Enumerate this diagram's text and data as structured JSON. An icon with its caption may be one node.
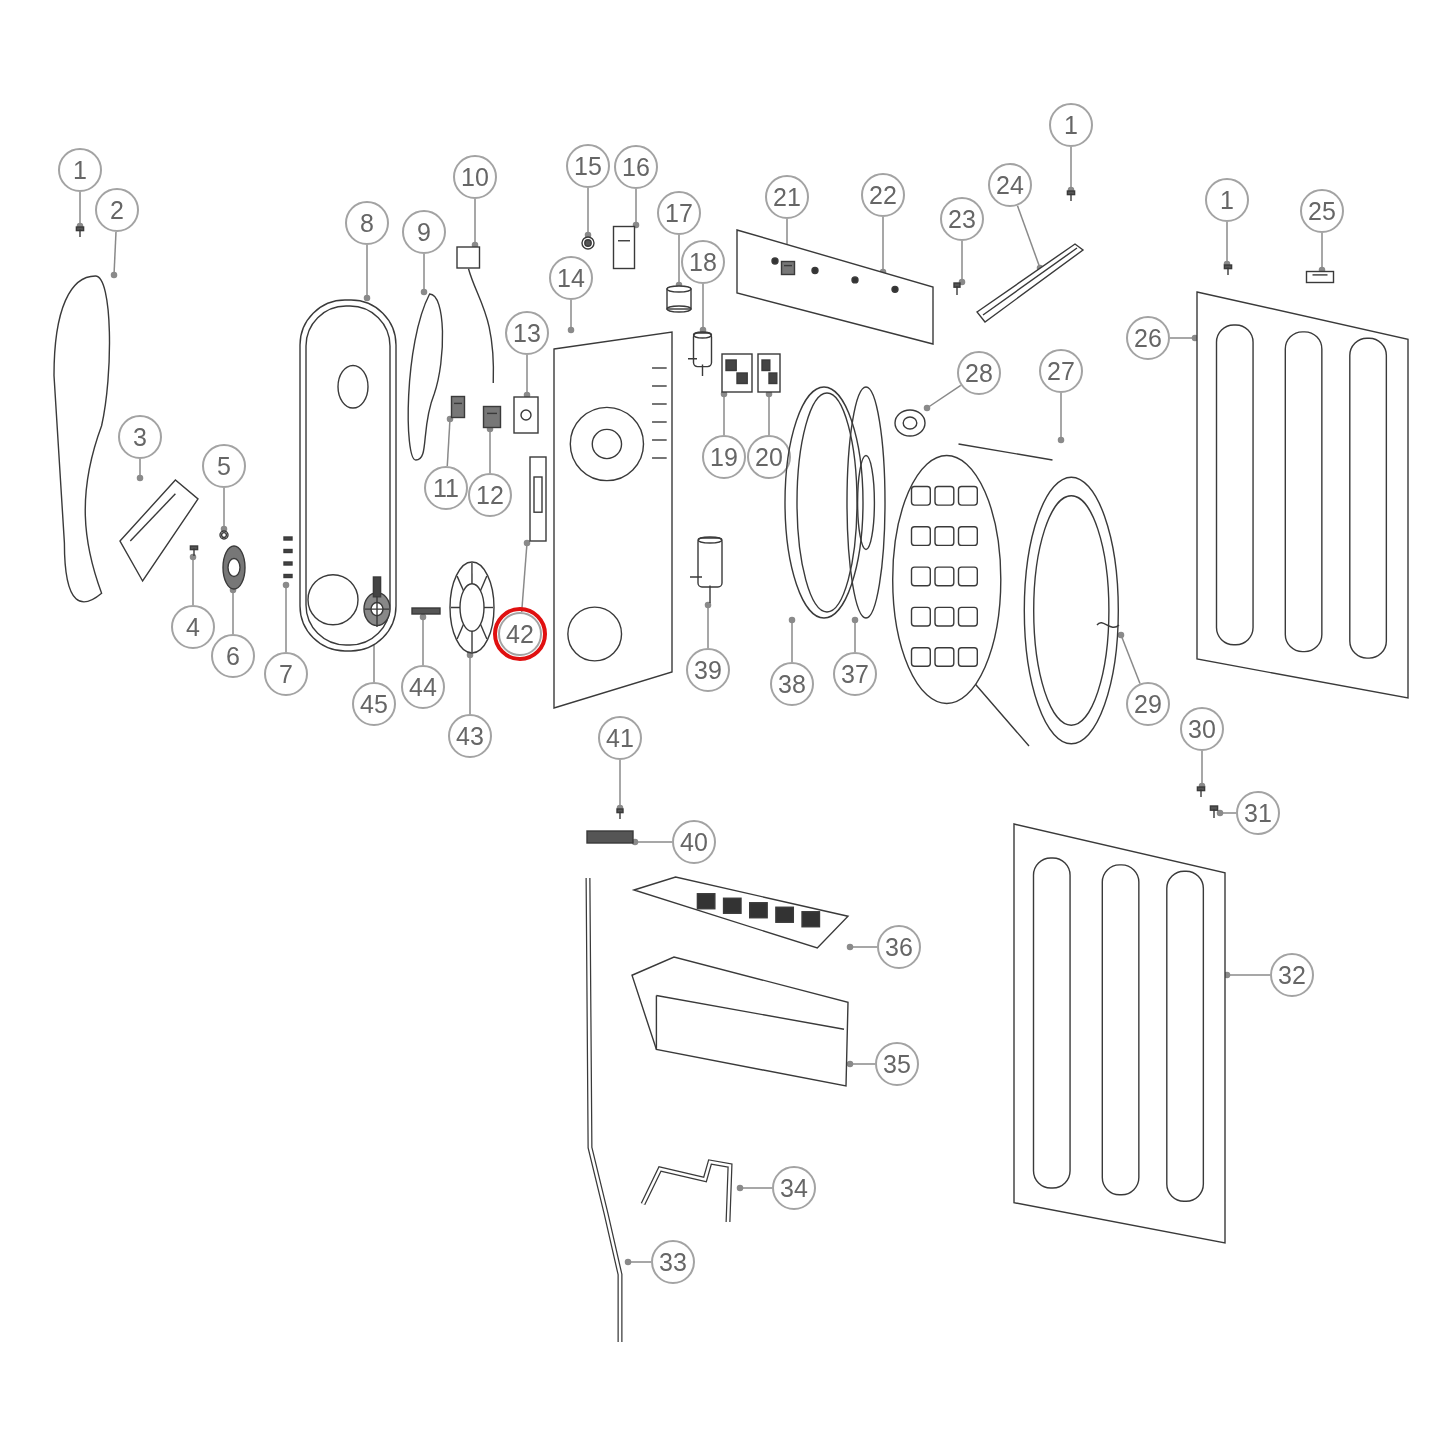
{
  "diagram": {
    "nodes": [
      {
        "text": [
          "1"
        ]
      },
      {
        "text": [],
        "shape": "picture"
      },
      {
        "text": [
          "2"
        ]
      },
      {
        "text": [],
        "shape": "picture"
      },
      {
        "text": [
          "3"
        ]
      },
      {
        "text": [],
        "shape": "picture"
      },
      {
        "text": [
          "4"
        ]
      },
      {
        "text": [],
        "shape": "picture"
      },
      {
        "text": [
          "5"
        ]
      },
      {
        "text": [],
        "shape": "circle"
      },
      {
        "text": [
          "6"
        ]
      },
      {
        "text": [],
        "shape": "picture"
      },
      {
        "text": [
          "7"
        ]
      },
      {
        "text": [],
        "shape": "picture"
      },
      {
        "text": [
          "8"
        ]
      },
      {
        "text": [],
        "shape": "picture"
      },
      {
        "text": [
          "9"
        ]
      },
      {
        "text": [],
        "shape": "picture"
      },
      {
        "text": [
          "10"
        ]
      },
      {
        "text": [],
        "shape": "picture"
      },
      {
        "text": [
          "11"
        ]
      },
      {
        "text": [],
        "shape": "box"
      },
      {
        "text": [
          "12"
        ]
      },
      {
        "text": [],
        "shape": "box"
      },
      {
        "text": [
          "13"
        ]
      },
      {
        "text": [],
        "shape": "picture"
      },
      {
        "text": [
          "14"
        ]
      },
      {
        "text": [],
        "shape": "picture"
      },
      {
        "text": [
          "15"
        ]
      },
      {
        "text": [],
        "shape": "circle"
      },
      {
        "text": [
          "16"
        ]
      },
      {
        "text": [],
        "shape": "box"
      },
      {
        "text": [
          "17"
        ]
      },
      {
        "text": [],
        "shape": "cylinder"
      },
      {
        "text": [
          "18"
        ]
      },
      {
        "text": [],
        "shape": "picture"
      },
      {
        "text": [
          "19"
        ]
      },
      {
        "text": [],
        "shape": "picture"
      },
      {
        "text": [
          "20"
        ]
      },
      {
        "text": [],
        "shape": "picture"
      },
      {
        "text": [
          "22"
        ]
      },
      {
        "text": [],
        "shape": "picture"
      },
      {
        "text": [
          "21"
        ]
      },
      {
        "text": [],
        "shape": "box",
        "in": 41
      },
      {
        "text": [
          "23"
        ]
      },
      {
        "text": [],
        "shape": "picture"
      },
      {
        "text": [
          "24"
        ]
      },
      {
        "text": [],
        "shape": "picture"
      },
      {
        "text": [
          "1"
        ]
      },
      {
        "text": [],
        "shape": "picture"
      },
      {
        "text": [
          "1"
        ]
      },
      {
        "text": [],
        "shape": "picture"
      },
      {
        "text": [
          "25"
        ]
      },
      {
        "text": [],
        "shape": "box"
      },
      {
        "text": [
          "26"
        ]
      },
      {
        "text": [],
        "shape": "picture"
      },
      {
        "text": [
          "27"
        ]
      },
      {
        "text": [],
        "shape": "picture"
      },
      {
        "text": [
          "28"
        ]
      },
      {
        "text": [],
        "shape": "circle"
      },
      {
        "text": [
          "29"
        ]
      },
      {
        "text": [],
        "shape": "picture",
        "in": 57
      },
      {
        "text": [
          "30"
        ]
      },
      {
        "text": [],
        "shape": "picture"
      },
      {
        "text": [
          "31"
        ]
      },
      {
        "text": [],
        "shape": "picture"
      },
      {
        "text": [
          "32"
        ]
      },
      {
        "text": [],
        "shape": "picture"
      },
      {
        "text": [
          "33"
        ]
      },
      {
        "text": [],
        "shape": "picture"
      },
      {
        "text": [
          "34"
        ]
      },
      {
        "text": [],
        "shape": "picture"
      },
      {
        "text": [
          "35"
        ]
      },
      {
        "text": [],
        "shape": "picture"
      },
      {
        "text": [
          "36"
        ]
      },
      {
        "text": [],
        "shape": "picture"
      },
      {
        "text": [
          "37"
        ]
      },
      {
        "text": [],
        "shape": "circle"
      },
      {
        "text": [
          "38"
        ]
      },
      {
        "text": [],
        "shape": "picture"
      },
      {
        "text": [
          "39"
        ]
      },
      {
        "text": [],
        "shape": "picture"
      },
      {
        "text": [
          "40"
        ]
      },
      {
        "text": [],
        "shape": "bar"
      },
      {
        "text": [
          "41"
        ]
      },
      {
        "text": [],
        "shape": "picture"
      },
      {
        "text": [
          "42"
        ]
      },
      {
        "text": [],
        "shape": "picture"
      },
      {
        "text": [
          "43"
        ]
      },
      {
        "text": [],
        "shape": "picture"
      },
      {
        "text": [
          "44"
        ]
      },
      {
        "text": [],
        "shape": "bar"
      },
      {
        "text": [
          "45"
        ]
      },
      {
        "text": [],
        "shape": "picture",
        "in": 15
      }
    ],
    "edges": [
      {
        "from": 0,
        "to": 1,
        "arrow": "other"
      },
      {
        "from": 2,
        "to": 3,
        "arrow": "other"
      },
      {
        "from": 4,
        "to": 5,
        "arrow": "other"
      },
      {
        "from": 6,
        "to": 7,
        "arrow": "other"
      },
      {
        "from": 8,
        "to": 9,
        "arrow": "other"
      },
      {
        "from": 10,
        "to": 11,
        "arrow": "other"
      },
      {
        "from": 12,
        "to": 13,
        "arrow": "other"
      },
      {
        "from": 14,
        "to": 15,
        "arrow": "other"
      },
      {
        "from": 16,
        "to": 17,
        "arrow": "other"
      },
      {
        "from": 18,
        "to": 19,
        "arrow": "other"
      },
      {
        "from": 20,
        "to": 21,
        "arrow": "other"
      },
      {
        "from": 22,
        "to": 23,
        "arrow": "other"
      },
      {
        "from": 24,
        "to": 25,
        "arrow": "other"
      },
      {
        "from": 26,
        "to": 27,
        "arrow": "other"
      },
      {
        "from": 28,
        "to": 29,
        "arrow": "other"
      },
      {
        "from": 30,
        "to": 31,
        "arrow": "other"
      },
      {
        "from": 32,
        "to": 33,
        "arrow": "other"
      },
      {
        "from": 34,
        "to": 35,
        "arrow": "other"
      },
      {
        "from": 36,
        "to": 37,
        "arrow": "other"
      },
      {
        "from": 38,
        "to": 39,
        "arrow": "other"
      },
      {
        "from": 40,
        "to": 41,
        "arrow": "other"
      },
      {
        "from": 42,
        "to": 43,
        "arrow": "other"
      },
      {
        "from": 44,
        "to": 45,
        "arrow": "other"
      },
      {
        "from": 46,
        "to": 47,
        "arrow": "other"
      },
      {
        "from": 48,
        "to": 49,
        "arrow": "other"
      },
      {
        "from": 50,
        "to": 51,
        "arrow": "other"
      },
      {
        "from": 52,
        "to": 53,
        "arrow": "other"
      },
      {
        "from": 54,
        "to": 55,
        "arrow": "other"
      },
      {
        "from": 56,
        "to": 57,
        "arrow": "other"
      },
      {
        "from": 58,
        "to": 59,
        "arrow": "other"
      },
      {
        "from": 60,
        "to": 61,
        "arrow": "other"
      },
      {
        "from": 62,
        "to": 63,
        "arrow": "other"
      },
      {
        "from": 64,
        "to": 65,
        "arrow": "other"
      },
      {
        "from": 66,
        "to": 67,
        "arrow": "other"
      },
      {
        "from": 68,
        "to": 69,
        "arrow": "other"
      },
      {
        "from": 70,
        "to": 71,
        "arrow": "other"
      },
      {
        "from": 72,
        "to": 73,
        "arrow": "other"
      },
      {
        "from": 74,
        "to": 75,
        "arrow": "other"
      },
      {
        "from": 76,
        "to": 77,
        "arrow": "other"
      },
      {
        "from": 78,
        "to": 79,
        "arrow": "other"
      },
      {
        "from": 80,
        "to": 81,
        "arrow": "other"
      },
      {
        "from": 82,
        "to": 83,
        "arrow": "other"
      },
      {
        "from": 84,
        "to": 85,
        "arrow": "other"
      },
      {
        "from": 86,
        "to": 87,
        "arrow": "other"
      },
      {
        "from": 88,
        "to": 89,
        "arrow": "other"
      },
      {
        "from": 90,
        "to": 91,
        "arrow": "other"
      },
      {
        "from": 92,
        "to": 93,
        "arrow": "other"
      }
    ]
  }
}
